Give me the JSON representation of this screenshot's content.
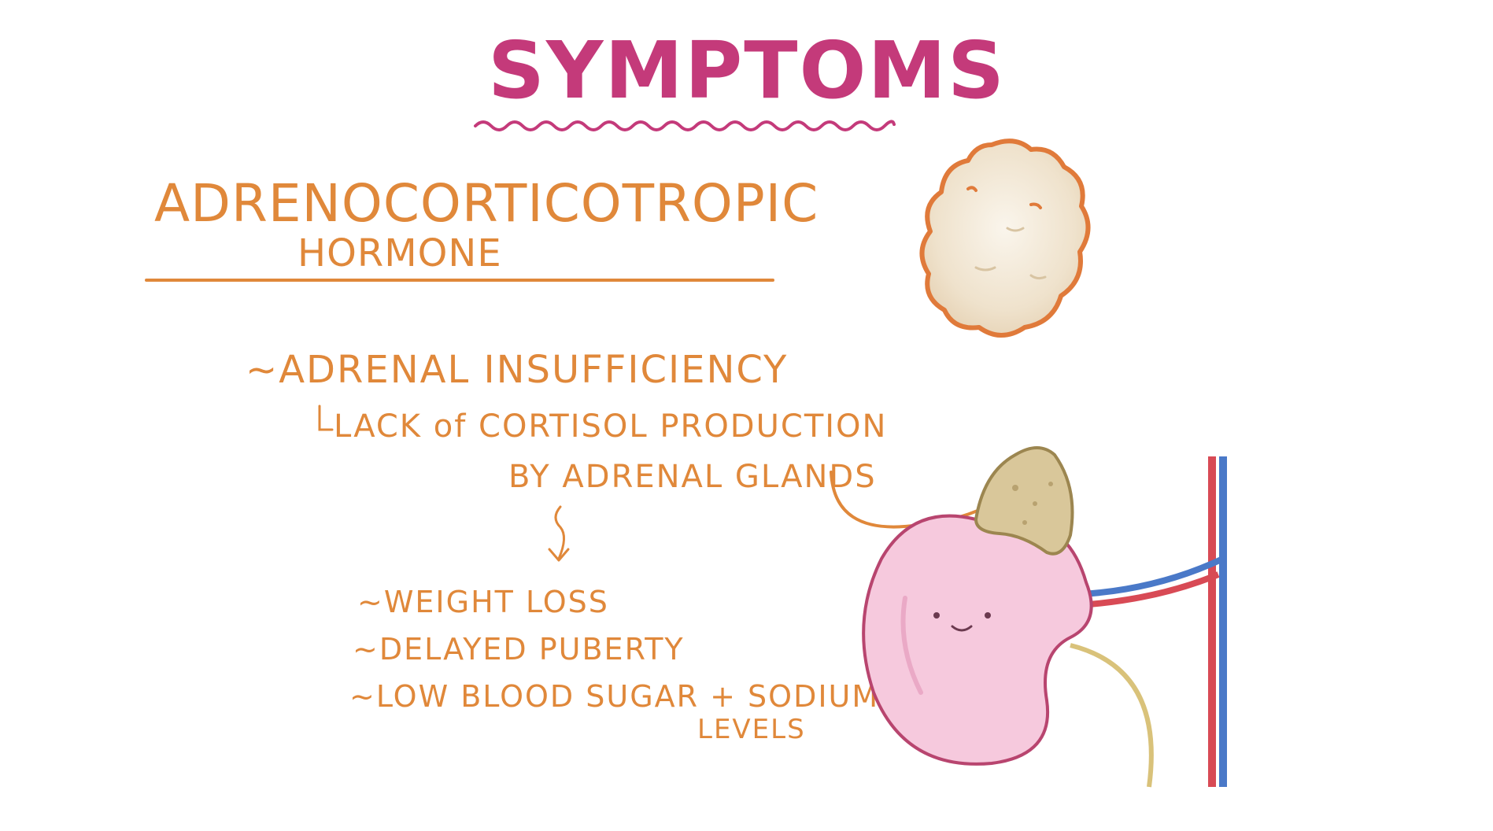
{
  "title": "SYMPTOMS",
  "heading": {
    "line1": "ADRENOCORTICOTROPIC",
    "line2": "HORMONE"
  },
  "items": {
    "adrenal": "~ADRENAL INSUFFICIENCY",
    "lack": "LACK of CORTISOL PRODUCTION",
    "by_glands": "BY ADRENAL GLANDS",
    "weight": "~WEIGHT LOSS",
    "puberty": "~DELAYED PUBERTY",
    "sugar": "~LOW BLOOD SUGAR + SODIUM",
    "levels": "LEVELS"
  },
  "colors": {
    "title": "#c43a7a",
    "text": "#e0883a",
    "kidney": "#f6c9dd",
    "adrenal": "#d9c79a",
    "tumor": "#f1e6d4",
    "artery": "#d84a55",
    "vein": "#4a79c8"
  },
  "icons": {
    "tumor": "tumor-blob-icon",
    "kidney": "kidney-with-adrenal-icon",
    "arrow": "down-arrow-icon"
  }
}
